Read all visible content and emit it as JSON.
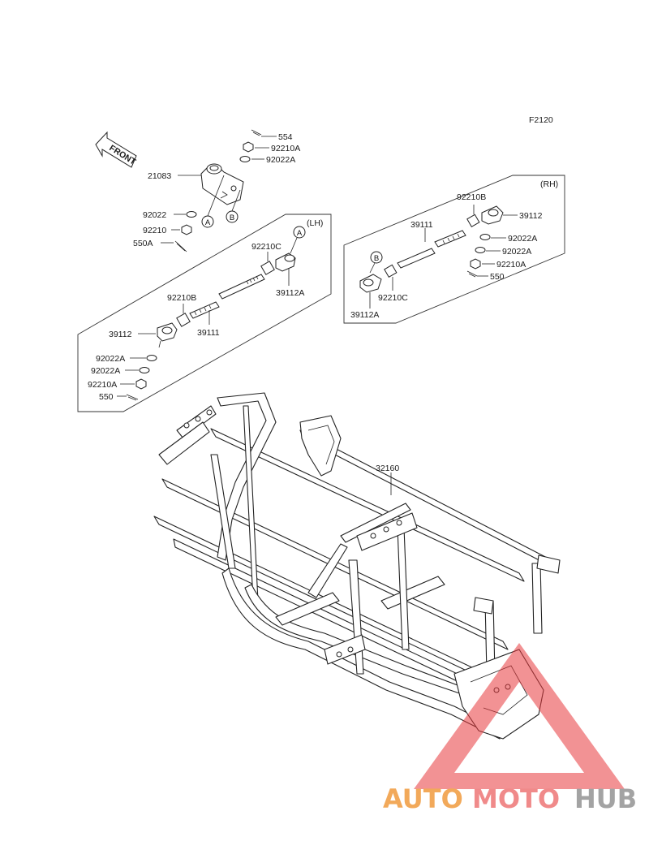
{
  "figure_code": "F2120",
  "front_label": "FRONT",
  "groups": {
    "lh": "(LH)",
    "rh": "(RH)"
  },
  "callouts": {
    "a": "A",
    "b": "B"
  },
  "parts_top": {
    "p554": "554",
    "p92210A": "92210A",
    "p92022A": "92022A",
    "p21083": "21083",
    "p92022": "92022",
    "p92210": "92210",
    "p550A": "550A"
  },
  "parts_lh": {
    "p92210C": "92210C",
    "p39112A": "39112A",
    "p92210B": "92210B",
    "p39111": "39111",
    "p39112": "39112",
    "p92022A_1": "92022A",
    "p92022A_2": "92022A",
    "p92210A": "92210A",
    "p550": "550"
  },
  "parts_rh": {
    "p92210B": "92210B",
    "p39112": "39112",
    "p39111": "39111",
    "p92022A_1": "92022A",
    "p92022A_2": "92022A",
    "p92210A": "92210A",
    "p550": "550",
    "p92210C": "92210C",
    "p39112A": "39112A"
  },
  "frame_part": "32160",
  "watermark": {
    "auto": "AUTO",
    "moto": "MOTO",
    "hub": "HUB"
  },
  "colors": {
    "watermark_red": "#e8383c",
    "watermark_orange": "#f2a95a",
    "watermark_gray": "#a3a3a3"
  }
}
